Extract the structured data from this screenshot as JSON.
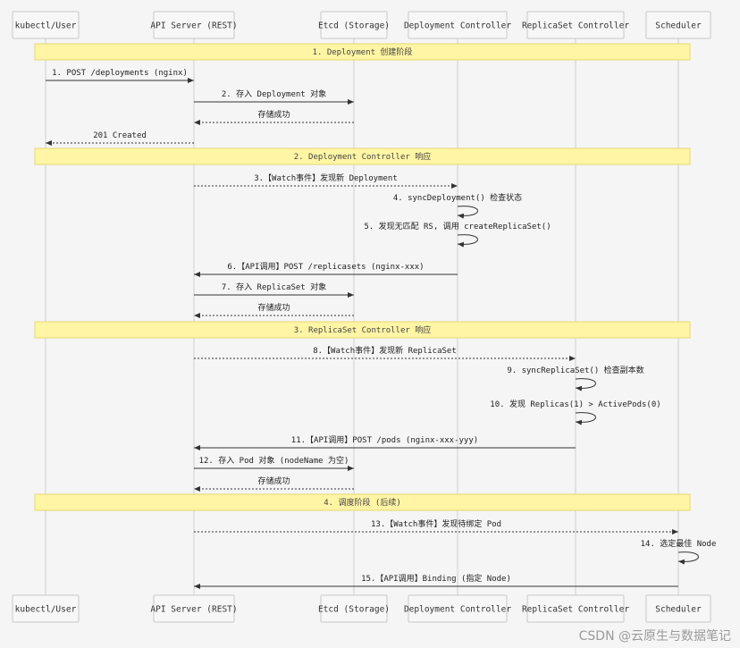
{
  "participants": [
    {
      "id": "user",
      "label": "kubectl/User"
    },
    {
      "id": "api",
      "label": "API Server (REST)"
    },
    {
      "id": "etcd",
      "label": "Etcd (Storage)"
    },
    {
      "id": "dc",
      "label": "Deployment Controller"
    },
    {
      "id": "rsc",
      "label": "ReplicaSet Controller"
    },
    {
      "id": "sched",
      "label": "Scheduler"
    }
  ],
  "steps": [
    {
      "kind": "phase",
      "label": "1. Deployment 创建阶段"
    },
    {
      "kind": "msg",
      "from": "user",
      "to": "api",
      "label": "1. POST /deployments (nginx)",
      "style": "solid"
    },
    {
      "kind": "msg",
      "from": "api",
      "to": "etcd",
      "label": "2. 存入 Deployment 对象",
      "style": "solid"
    },
    {
      "kind": "msg",
      "from": "etcd",
      "to": "api",
      "label": "存储成功",
      "style": "dashed"
    },
    {
      "kind": "msg",
      "from": "api",
      "to": "user",
      "label": "201 Created",
      "style": "dashed"
    },
    {
      "kind": "phase",
      "label": "2. Deployment Controller 响应"
    },
    {
      "kind": "msg",
      "from": "api",
      "to": "dc",
      "label": "3.【Watch事件】发现新 Deployment",
      "style": "dashed"
    },
    {
      "kind": "self",
      "at": "dc",
      "label": "4. syncDeployment() 检查状态"
    },
    {
      "kind": "self",
      "at": "dc",
      "label": "5. 发现无匹配 RS, 调用 createReplicaSet()"
    },
    {
      "kind": "msg",
      "from": "dc",
      "to": "api",
      "label": "6.【API调用】POST /replicasets (nginx-xxx)",
      "style": "solid"
    },
    {
      "kind": "msg",
      "from": "api",
      "to": "etcd",
      "label": "7. 存入 ReplicaSet 对象",
      "style": "solid"
    },
    {
      "kind": "msg",
      "from": "etcd",
      "to": "api",
      "label": "存储成功",
      "style": "dashed"
    },
    {
      "kind": "phase",
      "label": "3. ReplicaSet Controller 响应"
    },
    {
      "kind": "msg",
      "from": "api",
      "to": "rsc",
      "label": "8.【Watch事件】发现新 ReplicaSet",
      "style": "dashed"
    },
    {
      "kind": "self",
      "at": "rsc",
      "label": "9. syncReplicaSet() 检查副本数"
    },
    {
      "kind": "self",
      "at": "rsc",
      "label": "10. 发现 Replicas(1) > ActivePods(0)"
    },
    {
      "kind": "msg",
      "from": "rsc",
      "to": "api",
      "label": "11.【API调用】POST /pods (nginx-xxx-yyy)",
      "style": "solid"
    },
    {
      "kind": "msg",
      "from": "api",
      "to": "etcd",
      "label": "12. 存入 Pod 对象 (nodeName 为空)",
      "style": "solid"
    },
    {
      "kind": "msg",
      "from": "etcd",
      "to": "api",
      "label": "存储成功",
      "style": "dashed"
    },
    {
      "kind": "phase",
      "label": "4. 调度阶段 (后续)"
    },
    {
      "kind": "msg",
      "from": "api",
      "to": "sched",
      "label": "13.【Watch事件】发现待绑定 Pod",
      "style": "dashed"
    },
    {
      "kind": "self",
      "at": "sched",
      "label": "14. 选定最佳 Node"
    },
    {
      "kind": "msg",
      "from": "sched",
      "to": "api",
      "label": "15.【API调用】Binding (指定 Node)",
      "style": "solid"
    }
  ],
  "watermark": "CSDN @云原生与数据笔记"
}
